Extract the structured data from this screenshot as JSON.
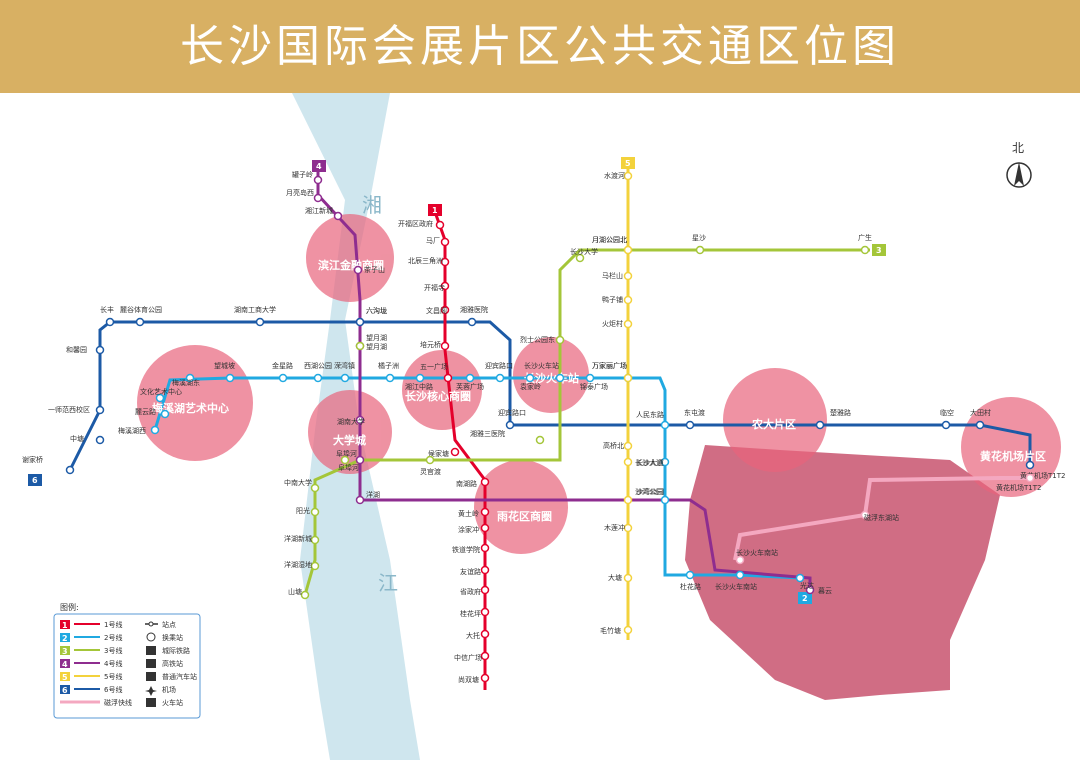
{
  "title": "长沙国际会展片区公共交通区位图",
  "compass": "北",
  "river": {
    "char1": "湘",
    "char2": "江"
  },
  "colors": {
    "line1": "#e4002b",
    "line2": "#20a9e1",
    "line3": "#a4c639",
    "line4": "#8e2d8f",
    "line5": "#f3d23c",
    "line6": "#1c5aa6",
    "maglev": "#f4a8c0",
    "title_bg": "#d8b063",
    "circle": "#e8647c",
    "district": "#c8546e",
    "river": "#cfe6ee"
  },
  "areas": [
    {
      "label": "滨江金融商圈"
    },
    {
      "label": "梅溪湖艺术中心"
    },
    {
      "label": "大学城"
    },
    {
      "label": "长沙核心商圈"
    },
    {
      "label": "长沙火车站"
    },
    {
      "label": "雨花区商圈"
    },
    {
      "label": "农大片区"
    },
    {
      "label": "黄花机场片区"
    }
  ],
  "stations": {
    "l4": [
      "罐子岭",
      "月亮岛西",
      "湘江新城",
      "茶子山",
      "六沟垅",
      "望月湖",
      "湖南大学",
      "阜埠河",
      "洋湖",
      "暮云"
    ],
    "l1": [
      "开福区政府",
      "马厂",
      "北辰三角洲",
      "开福寺",
      "文昌阁",
      "培元桥",
      "五一广场",
      "侯家塘",
      "南湖路",
      "黄土岭",
      "涂家冲",
      "铁道学院",
      "友谊路",
      "省政府",
      "桂花坪",
      "大托",
      "中信广场",
      "尚双塘"
    ],
    "l2": [
      "梅溪湖西",
      "文化艺术中心",
      "麓云路",
      "梅溪湖东",
      "望城坡",
      "金星路",
      "西湖公园",
      "溁湾镇",
      "橘子洲",
      "湘江中路",
      "芙蓉广场",
      "迎宾路口",
      "袁家岭",
      "长沙火车站",
      "锦泰广场",
      "万家丽广场",
      "人民东路",
      "长沙大道",
      "沙湾公园",
      "杜花路",
      "长沙火车南站",
      "光达"
    ],
    "l3": [
      "山塘",
      "洋湖湿地",
      "洋湖新城",
      "阳光",
      "中南大学",
      "灵官渡",
      "阜埠河",
      "望月湖",
      "湘雅三医院",
      "烈士公园东",
      "月湖公园北",
      "长沙大学",
      "星沙",
      "广生"
    ],
    "l5": [
      "水渡河",
      "月湖公园北",
      "马栏山",
      "鸭子铺",
      "火炬村",
      "万家丽广场",
      "高桥北",
      "长沙大道",
      "沙湾公园",
      "木莲冲",
      "大塘",
      "毛竹塘"
    ],
    "l6": [
      "谢家桥",
      "中塘",
      "一师范西校区",
      "和馨园",
      "长丰",
      "麓谷体育公园",
      "湖南工商大学",
      "六沟垅",
      "湘雅医院",
      "迎宾路口",
      "东屯渡",
      "楚雅路",
      "临空",
      "大田村",
      "黄花机场T1T2"
    ],
    "maglev": [
      "长沙火车南站",
      "磁浮东湖站",
      "黄花机场T1T2"
    ]
  },
  "legend": {
    "title": "图例:",
    "lines": [
      {
        "num": "1",
        "label": "1号线",
        "color": "#e4002b"
      },
      {
        "num": "2",
        "label": "2号线",
        "color": "#20a9e1"
      },
      {
        "num": "3",
        "label": "3号线",
        "color": "#a4c639"
      },
      {
        "num": "4",
        "label": "4号线",
        "color": "#8e2d8f"
      },
      {
        "num": "5",
        "label": "5号线",
        "color": "#f3d23c"
      },
      {
        "num": "6",
        "label": "6号线",
        "color": "#1c5aa6"
      },
      {
        "num": "",
        "label": "磁浮快线",
        "color": "#f4a8c0"
      }
    ],
    "symbols": [
      {
        "icon": "station-dot-icon",
        "label": "站点"
      },
      {
        "icon": "transfer-icon",
        "label": "换乘站"
      },
      {
        "icon": "intercity-rail-icon",
        "label": "城际铁路"
      },
      {
        "icon": "high-speed-rail-icon",
        "label": "高铁站"
      },
      {
        "icon": "bus-station-icon",
        "label": "普通汽车站"
      },
      {
        "icon": "airport-icon",
        "label": "机场"
      },
      {
        "icon": "train-station-icon",
        "label": "火车站"
      }
    ]
  }
}
